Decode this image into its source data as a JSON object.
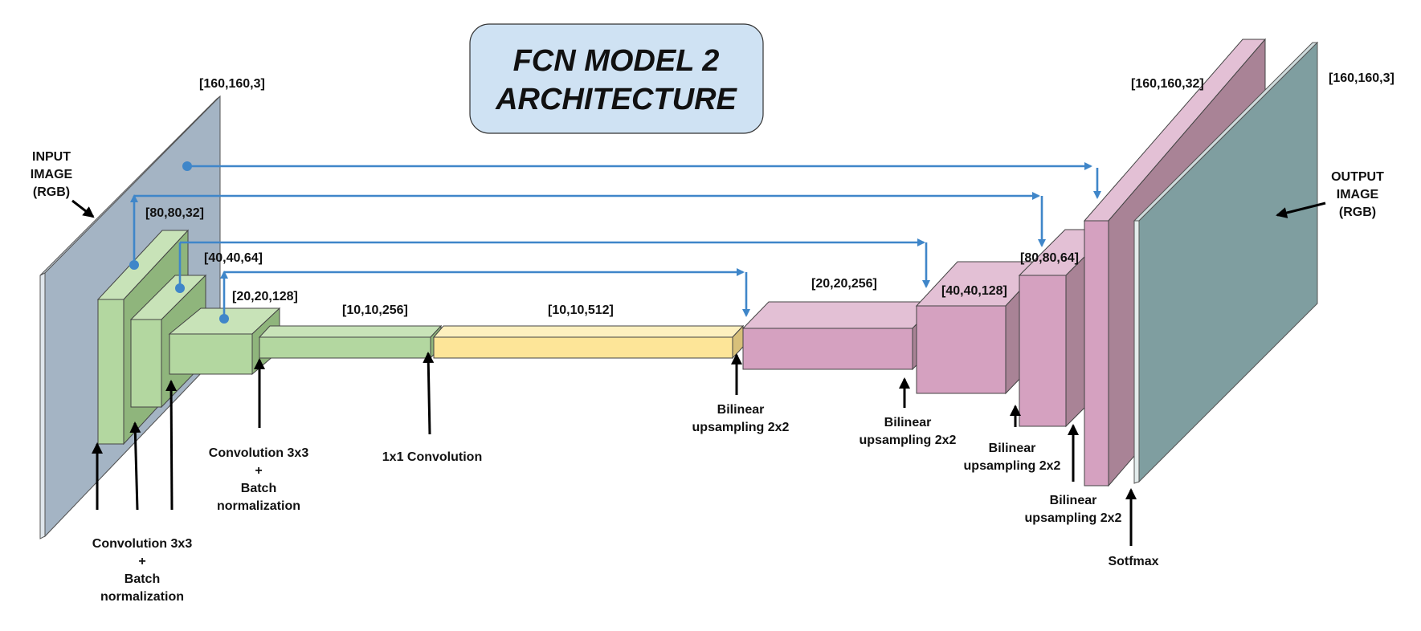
{
  "title": {
    "line1": "FCN MODEL 2",
    "line2": "ARCHITECTURE"
  },
  "input": {
    "name_lines": [
      "INPUT",
      "IMAGE",
      "(RGB)"
    ],
    "shape": "[160,160,3]"
  },
  "output": {
    "name_lines": [
      "OUTPUT",
      "IMAGE",
      "(RGB)"
    ],
    "shape": "[160,160,3]"
  },
  "encoder_shapes": [
    "[80,80,32]",
    "[40,40,64]",
    "[20,20,128]",
    "[10,10,256]"
  ],
  "bottleneck_shape": "[10,10,512]",
  "decoder_shapes": [
    "[20,20,256]",
    "[40,40,128]",
    "[80,80,64]",
    "[160,160,32]"
  ],
  "annotations": {
    "conv_bn_1": [
      "Convolution 3x3",
      "+",
      "Batch",
      "normalization"
    ],
    "conv_bn_2": [
      "Convolution 3x3",
      "+",
      "Batch",
      "normalization"
    ],
    "conv_1x1": "1x1 Convolution",
    "upsample_1": [
      "Bilinear",
      "upsampling 2x2"
    ],
    "upsample_2": [
      "Bilinear",
      "upsampling 2x2"
    ],
    "upsample_3": [
      "Bilinear",
      "upsampling 2x2"
    ],
    "upsample_4": [
      "Bilinear",
      "upsampling 2x2"
    ],
    "softmax": "Sotfmax"
  },
  "colors": {
    "input_plane": "#a4b4c4",
    "encoder": "#b3d7a0",
    "bottleneck": "#fde598",
    "decoder": "#d5a1c0",
    "output_plane": "#7f9ea0",
    "skip_arrow": "#3f86c9",
    "title_box": "#cfe2f3"
  }
}
